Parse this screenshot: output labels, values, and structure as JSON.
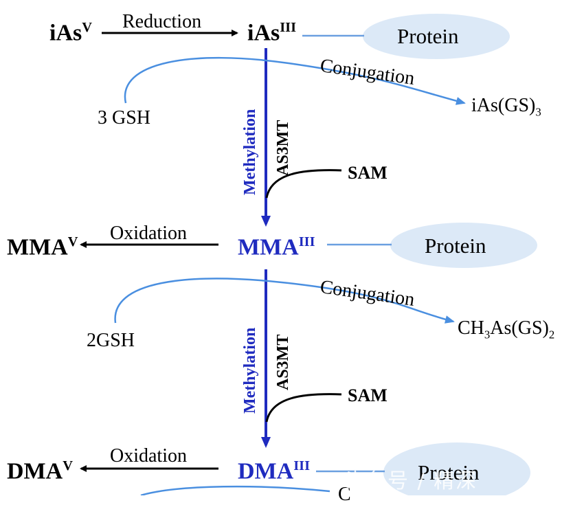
{
  "colors": {
    "methylation": "#1f2bbf",
    "conjugation": "#4a8fe0",
    "protein_fill": "#dce9f7",
    "link": "#6a9fe0",
    "black": "#000000"
  },
  "reduction": "Reduction",
  "ias_v": {
    "name": "iAs",
    "sup": "V"
  },
  "ias_iii": {
    "name": "iAs",
    "sup": "III"
  },
  "mma_v": {
    "name": "MMA",
    "sup": "V"
  },
  "mma_iii": {
    "name": "MMA",
    "sup": "III"
  },
  "dma_v": {
    "name": "DMA",
    "sup": "V"
  },
  "dma_iii": {
    "name": "DMA",
    "sup": "III"
  },
  "protein": [
    "Protein",
    "Protein",
    "Protein"
  ],
  "conjugation": [
    "Conjugation",
    "Conjugation",
    "C"
  ],
  "gsh": [
    "3 GSH",
    "2GSH"
  ],
  "products": {
    "p1": {
      "a": "iAs(GS)",
      "sub": "3"
    },
    "p2": {
      "a": "CH",
      "sub1": "3",
      "b": "As(GS)",
      "sub2": "2"
    }
  },
  "methylation": [
    "Methylation",
    "Methylation"
  ],
  "enzyme": [
    "AS3MT",
    "AS3MT"
  ],
  "sam": [
    "SAM",
    "SAM"
  ],
  "oxidation": [
    "Oxidation",
    "Oxidation"
  ],
  "watermark": "头条号 / 精深"
}
